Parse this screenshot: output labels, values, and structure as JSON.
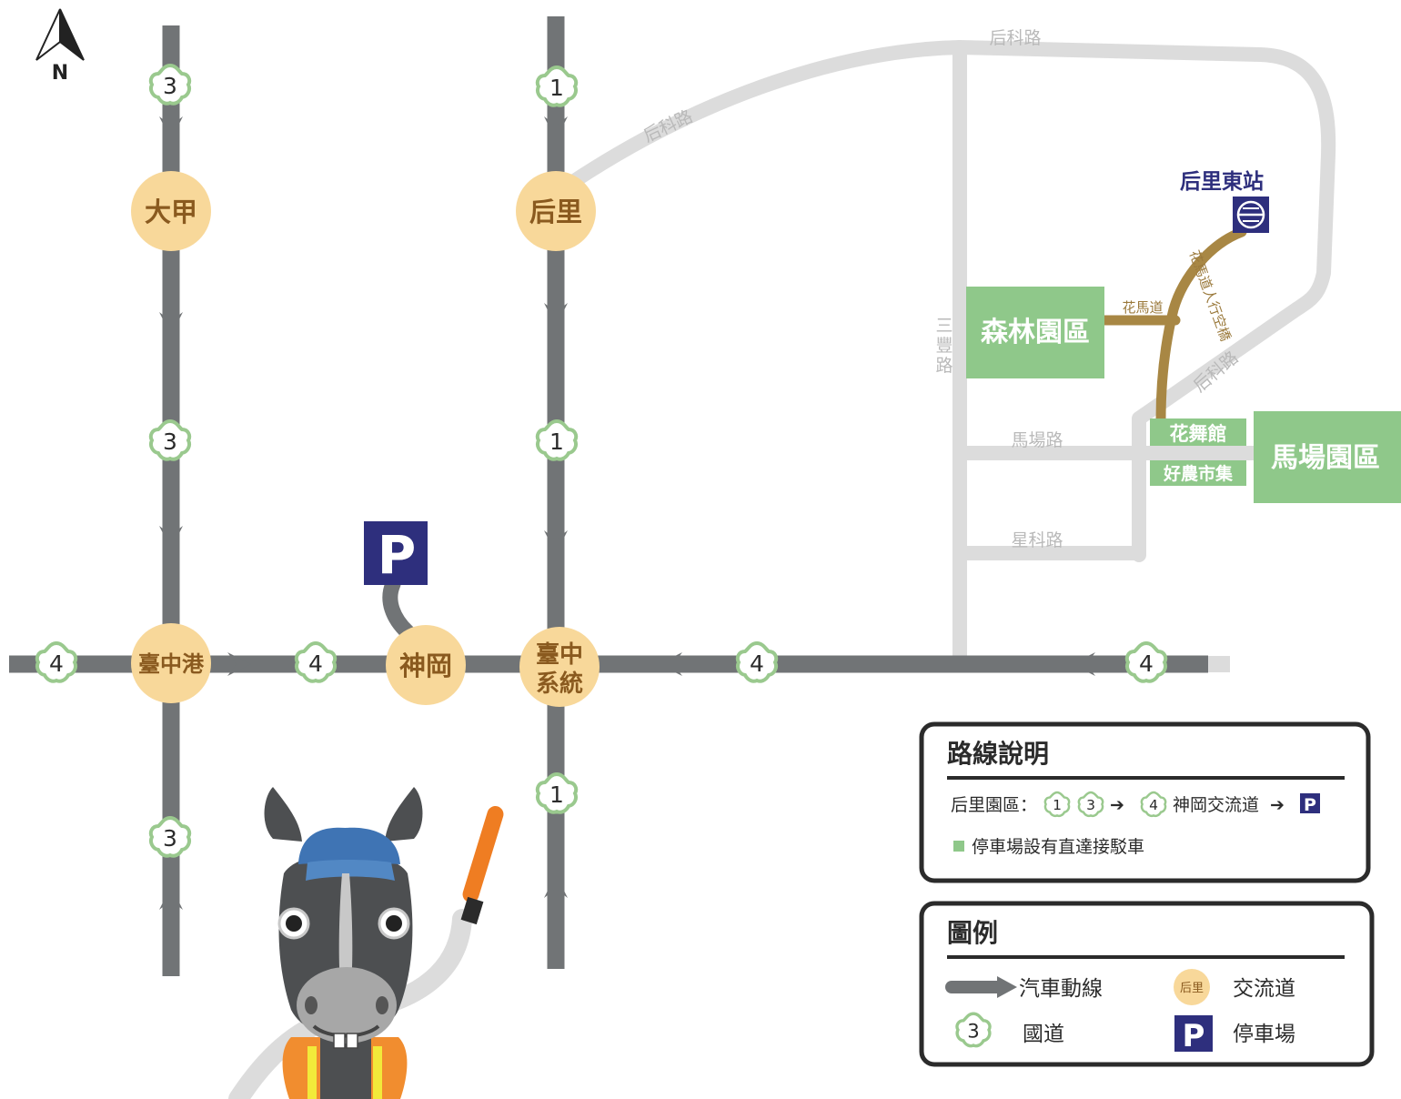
{
  "north": {
    "label": "N"
  },
  "highway_numbers": {
    "h3": "3",
    "h1": "1",
    "h4": "4"
  },
  "interchanges": {
    "dajia": "大甲",
    "houli": "后里",
    "taichung_port": "臺中港",
    "shengang": "神岡",
    "taichung_system_line1": "臺中",
    "taichung_system_line2": "系統"
  },
  "roads": {
    "houke_road": "后科路",
    "sanfeng_road_line1": "三",
    "sanfeng_road_line2": "豐",
    "sanfeng_road_line3": "路",
    "machang_road": "馬場路",
    "xingke_road": "星科路",
    "huama_road": "花馬道",
    "skywalk": "花馬道人行空橋"
  },
  "station": {
    "name": "后里東站"
  },
  "zones": {
    "forest": "森林園區",
    "horse": "馬場園區",
    "dance_hall": "花舞館",
    "farmers_market": "好農市集"
  },
  "parking": {
    "symbol": "P"
  },
  "route_panel": {
    "title": "路線說明",
    "route_prefix": "后里園區：",
    "route_suffix": "神岡交流道",
    "arrow": "➔",
    "shuttle_note": "停車場設有直達接駁車"
  },
  "legend_panel": {
    "title": "圖例",
    "car_route": "汽車動線",
    "interchange": "交流道",
    "interchange_sample": "后里",
    "highway": "國道",
    "parking": "停車場"
  },
  "colors": {
    "highway": "#717476",
    "light_road": "#dcdcdc",
    "interchange": "#f8d89a",
    "interchange_text": "#8a5a1f",
    "zone": "#8fc88a",
    "brown_path": "#a88744",
    "parking": "#2e2f7d",
    "shield_outline": "#9ac98e",
    "mascot_body": "#4d4f51",
    "cap": "#3f74b4",
    "vest": "#f18d2f",
    "wand": "#ef7d22"
  }
}
